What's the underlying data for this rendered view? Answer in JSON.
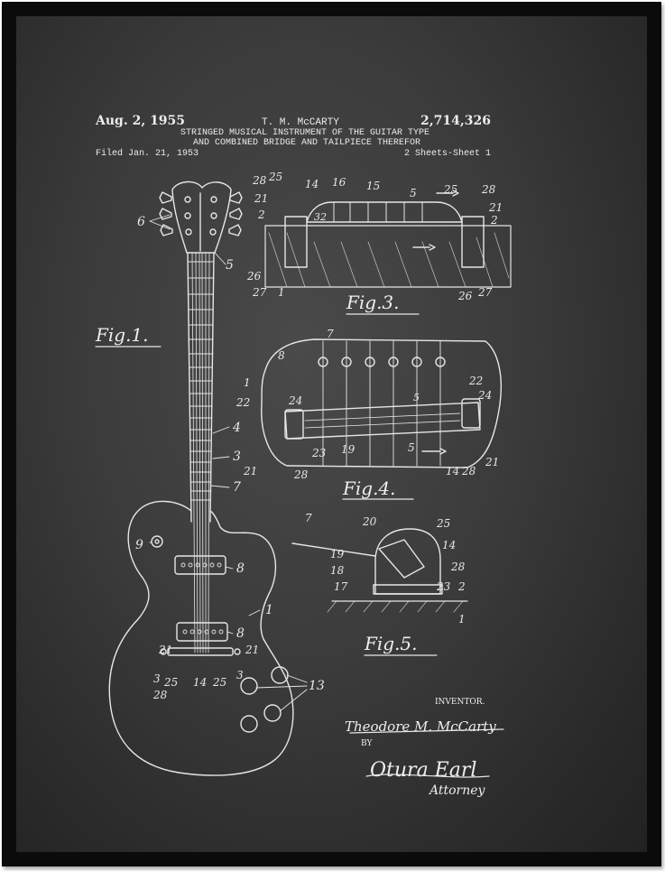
{
  "header": {
    "date": "Aug. 2, 1955",
    "inventor_name": "T. M. McCARTY",
    "patent_number": "2,714,326",
    "title_line1": "STRINGED MUSICAL INSTRUMENT OF THE GUITAR TYPE",
    "title_line2": "AND COMBINED BRIDGE AND TAILPIECE THEREFOR",
    "filed": "Filed Jan. 21, 1953",
    "sheets": "2 Sheets-Sheet 1"
  },
  "figures": {
    "fig1": "Fig.1.",
    "fig3": "Fig.3.",
    "fig4": "Fig.4.",
    "fig5": "Fig.5."
  },
  "signature": {
    "inventor_label": "INVENTOR.",
    "inventor_sig": "Theodore M. McCarty",
    "by": "BY",
    "attorney_sig": "Otura Earl",
    "attorney_label": "Attorney"
  },
  "colors": {
    "frame": "#0b0b0b",
    "chalkboard": "#3b3b3b",
    "chalk": "#ececec"
  }
}
